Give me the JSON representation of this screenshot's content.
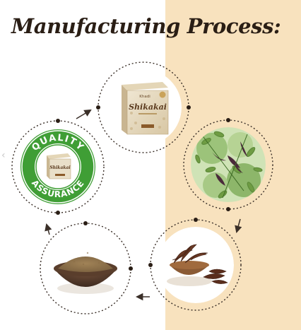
{
  "title": "Manufacturing Process:",
  "steps": [
    {
      "name": "packaged-product",
      "box_brand": "Khadi",
      "box_product": "Shikakai"
    },
    {
      "name": "shikakai-plant"
    },
    {
      "name": "dried-pods"
    },
    {
      "name": "shikakai-powder"
    },
    {
      "name": "quality-assurance",
      "badge_top": "QUALITY",
      "badge_bottom": "ASSURANCE",
      "box_product": "Shikakai"
    }
  ],
  "colors": {
    "panel_beige": "#f8e2be",
    "ring_dark": "#3a2f28",
    "badge_green": "#3f9e35",
    "title_brown": "#2a1e15"
  }
}
